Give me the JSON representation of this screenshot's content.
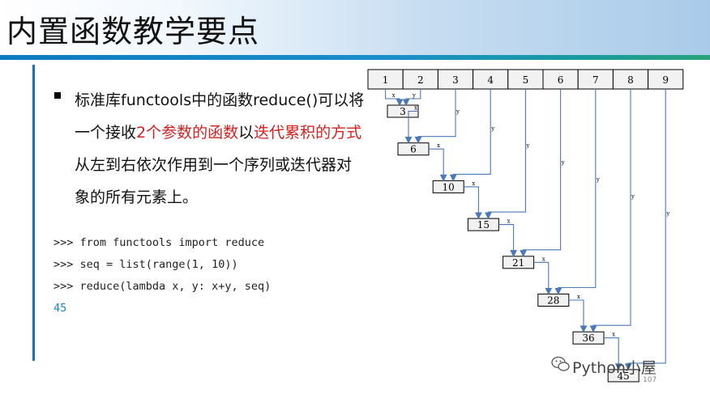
{
  "slide": {
    "title": "内置函数教学要点",
    "text_segments": [
      {
        "text": "标准库functools中的函数reduce()可以将一个接收",
        "red": false
      },
      {
        "text": "2个参数的函数",
        "red": true
      },
      {
        "text": "以",
        "red": false
      },
      {
        "text": "迭代累积的方式",
        "red": true
      },
      {
        "text": "从左到右依次作用到一个序列或迭代器对象的所有元素上。",
        "red": false
      }
    ],
    "code_lines": [
      ">>> from functools import reduce",
      ">>> seq = list(range(1, 10))",
      ">>> reduce(lambda x, y: x+y, seq)"
    ],
    "code_result": "45",
    "watermark": "Python小屋",
    "page_number": "107"
  },
  "diagram": {
    "sequence": [
      "1",
      "2",
      "3",
      "4",
      "5",
      "6",
      "7",
      "8",
      "9"
    ],
    "partials": [
      "3",
      "6",
      "10",
      "15",
      "21",
      "28",
      "36",
      "45"
    ],
    "x_label": "x",
    "y_label": "y",
    "colors": {
      "arrow": "#4a78b8",
      "box_fill": "#f2f2f2",
      "box_border": "#000000"
    }
  }
}
